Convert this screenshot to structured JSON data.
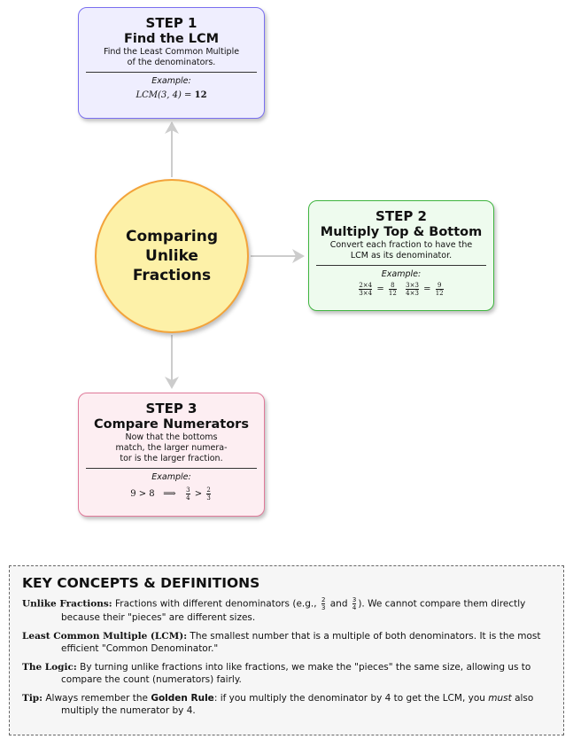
{
  "center": {
    "line1": "Comparing",
    "line2": "Unlike",
    "line3": "Fractions"
  },
  "steps": [
    {
      "step": "STEP 1",
      "title": "Find the LCM",
      "desc": "Find the Least Common Multiple of the denominators.",
      "example_label": "Example:",
      "example": {
        "lhs": "LCM(3, 4)",
        "eq": " = ",
        "rhs": "12"
      },
      "border": "#7a6ff0",
      "bg": "#efeefe"
    },
    {
      "step": "STEP 2",
      "title": "Multiply Top & Bottom",
      "desc": "Convert each fraction to have the LCM as its denominator.",
      "example_label": "Example:",
      "example": {
        "f1n": "2×4",
        "f1d": "3×4",
        "eq": "=",
        "f2n": "8",
        "f2d": "12",
        "f3n": "3×3",
        "f3d": "4×3",
        "f4n": "9",
        "f4d": "12"
      },
      "border": "#3fb53f",
      "bg": "#eefbee"
    },
    {
      "step": "STEP 3",
      "title": "Compare Numerators",
      "desc": "Now that the bottoms match, the larger numera-tor is the larger fraction.",
      "example_label": "Example:",
      "example": {
        "cmp": "9 > 8",
        "implies": "⟹",
        "f1n": "3",
        "f1d": "4",
        "gt": ">",
        "f2n": "2",
        "f2d": "3"
      },
      "border": "#e07a9a",
      "bg": "#fdeef2"
    }
  ],
  "key": {
    "heading": "KEY CONCEPTS & DEFINITIONS",
    "items": [
      {
        "term": "Unlike Fractions:",
        "text_a": " Fractions with different denominators (e.g., ",
        "fa_n": "2",
        "fa_d": "3",
        "and": " and ",
        "fb_n": "3",
        "fb_d": "4",
        "text_b": "). We cannot compare them directly because their \"pieces\" are different sizes."
      },
      {
        "term": "Least Common Multiple (LCM):",
        "text": " The smallest number that is a multiple of both denominators. It is the most efficient \"Common Denominator.\""
      },
      {
        "term": "The Logic:",
        "text": " By turning unlike fractions into like fractions, we make the \"pieces\" the same size, allowing us to compare the count (numerators) fairly."
      },
      {
        "term": "Tip:",
        "text_a": " Always remember the ",
        "bold": "Golden Rule",
        "text_b": ": if you multiply the denominator by 4 to get the LCM, you ",
        "em": "must",
        "text_c": " also multiply the numerator by 4."
      }
    ]
  }
}
